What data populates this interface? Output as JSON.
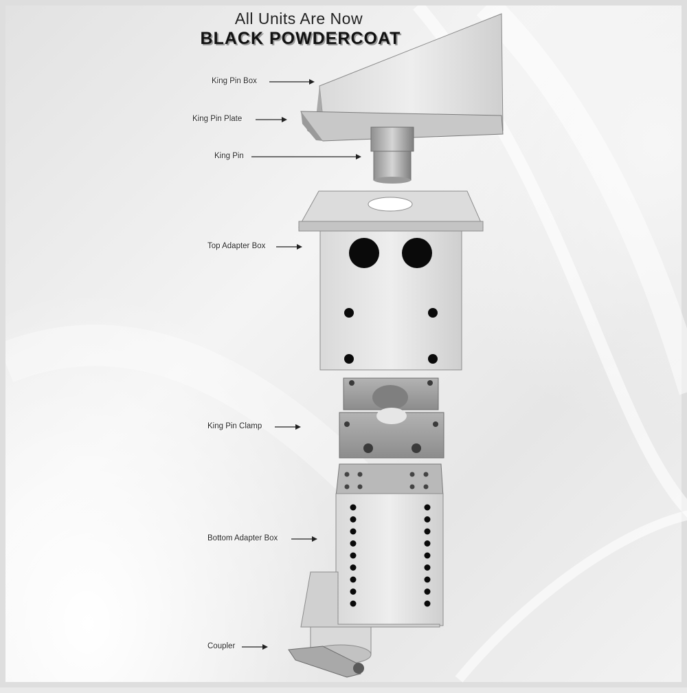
{
  "header": {
    "line1": "All Units Are Now",
    "line2": "BLACK POWDERCOAT"
  },
  "labels": {
    "king_pin_box": "King Pin Box",
    "king_pin_plate": "King Pin Plate",
    "king_pin": "King Pin",
    "top_adapter_box": "Top Adapter Box",
    "king_pin_clamp": "King Pin Clamp",
    "bottom_adapter_box": "Bottom Adapter Box",
    "coupler": "Coupler"
  },
  "colors": {
    "part_light": "#e6e6e6",
    "part_mid": "#bdbdbd",
    "part_dark": "#7a7a7a",
    "hole": "#0a0a0a"
  }
}
